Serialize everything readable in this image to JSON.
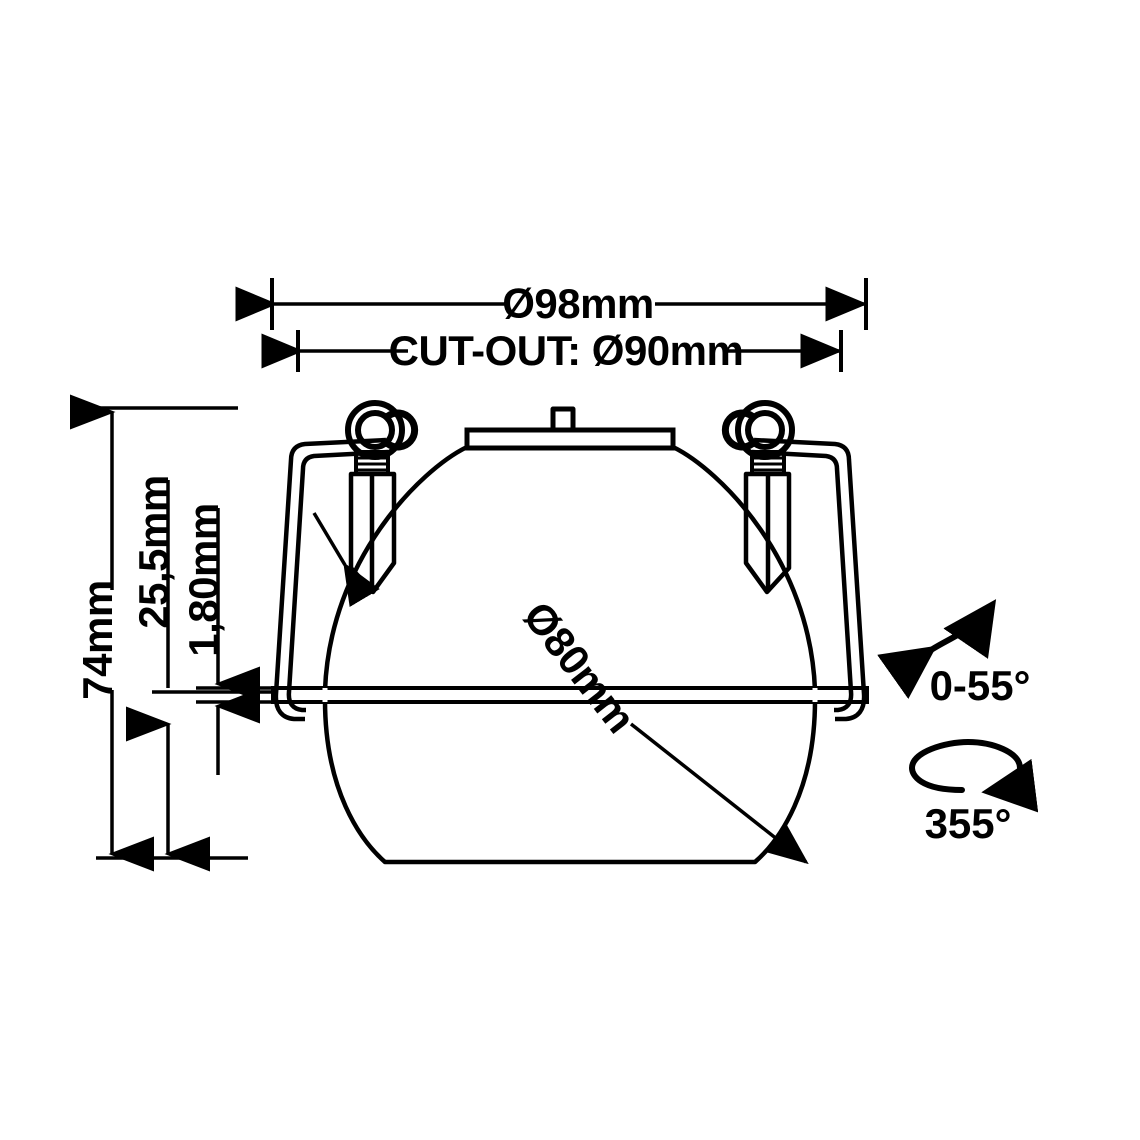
{
  "drawing": {
    "title": "Recessed downlight dimension drawing",
    "background_color": "#ffffff",
    "line_color": "#000000"
  },
  "dimensions": {
    "outer_diameter": "Ø98mm",
    "cutout": "CUT-OUT: Ø90mm",
    "total_height": "74mm",
    "body_height": "25,5mm",
    "flange_thickness": "1,80mm",
    "lamp_diameter": "Ø80mm"
  },
  "adjustment": {
    "tilt": "0-55°",
    "rotation": "355°"
  },
  "parts": {
    "spring_clip_left": "spring-clip-left",
    "spring_clip_right": "spring-clip-right",
    "top_cap": "top-cap",
    "trim_flange": "trim-flange",
    "lamp_body": "lamp-body"
  }
}
